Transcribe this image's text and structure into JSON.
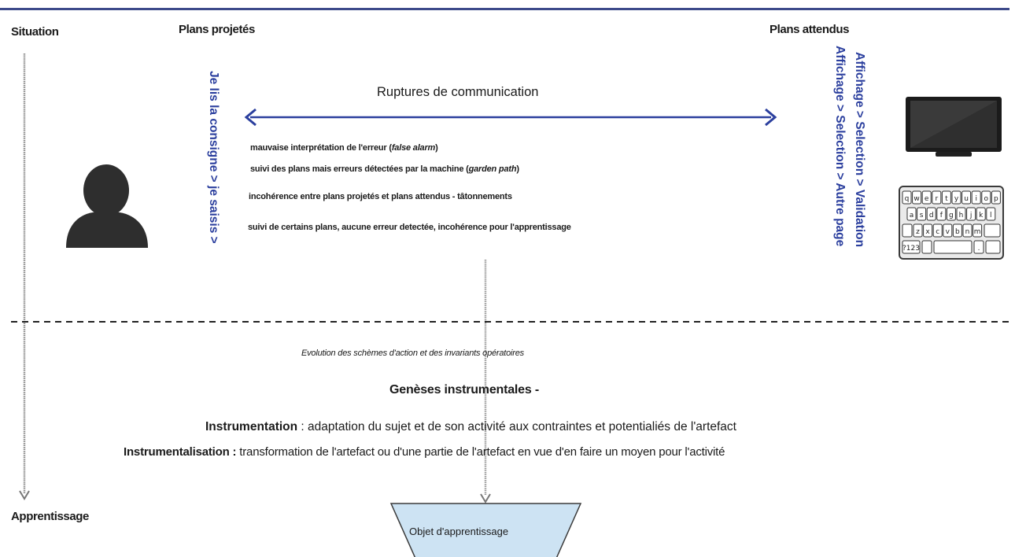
{
  "labels": {
    "situation": "Situation",
    "planned_plans": "Plans projetés",
    "expected_plans": "Plans attendus",
    "learning": "Apprentissage",
    "communication_breaks": "Ruptures de communication"
  },
  "user_plan": "Je lis la consigne > je saisis >",
  "machine_plan_1": "Affichage > Selection > Validation",
  "machine_plan_2": "Affichage > Selection > Autre page",
  "ruptures": [
    {
      "text": "mauvaise interprétation de l'erreur (",
      "em": "false alarm",
      "tail": ")"
    },
    {
      "text": "suivi des plans mais erreurs détectées par la machine (",
      "em": "garden path",
      "tail": ")"
    },
    {
      "text": "incohérence entre plans projetés et plans attendus - tâtonnements",
      "em": "",
      "tail": ""
    },
    {
      "text": "suivi de certains plans, aucune erreur detectée, incohérence pour l'apprentissage",
      "em": "",
      "tail": ""
    }
  ],
  "evolution": "Evolution des schèmes d'action et des invariants opératoires",
  "geneses_title": "Genèses instrumentales -",
  "instrumentation": {
    "term": "Instrumentation",
    "definition": " : adaptation du sujet et de son activité aux contraintes et potentialiés de l'artefact"
  },
  "instrumentalisation": {
    "term": "Instrumentalisation :",
    "definition": " transformation de l'artefact ou d'une partie de l'artefact en vue d'en faire un moyen pour l'activité"
  },
  "learning_object": "Objet d'apprentissage",
  "keyboard": {
    "row1": [
      "q",
      "w",
      "e",
      "r",
      "t",
      "y",
      "u",
      "i",
      "o",
      "p"
    ],
    "row2": [
      "a",
      "s",
      "d",
      "f",
      "g",
      "h",
      "j",
      "k",
      "l"
    ],
    "row3": [
      "z",
      "x",
      "c",
      "v",
      "b",
      "n",
      "m"
    ],
    "row4_left": "?123",
    "row4_dot": "."
  },
  "colors": {
    "accent": "#2b3f9e",
    "rule": "#3d4a8a",
    "trapezoid_fill": "#cde3f3",
    "person": "#2e2e2e"
  },
  "icons": [
    "person-icon",
    "monitor-icon",
    "keyboard-icon"
  ]
}
